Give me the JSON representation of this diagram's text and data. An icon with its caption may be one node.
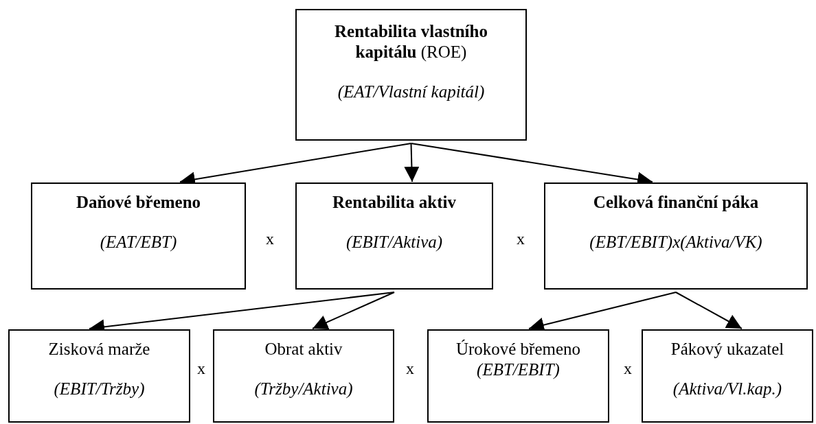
{
  "diagram": {
    "nodes": [
      {
        "text": [
          "**Rentabilita vlastního kapitálu** (ROE)",
          "(EAT/Vlastní kapitál)"
        ]
      },
      {
        "text": [
          "Daňové břemeno",
          "(EAT/EBT)"
        ]
      },
      {
        "text": [
          "Rentabilita aktiv",
          "(EBIT/Aktiva)"
        ]
      },
      {
        "text": [
          "Celková finanční páka",
          "(EBT/EBIT)x(Aktiva/VK)"
        ]
      },
      {
        "text": [
          "Zisková marže",
          "(EBIT/Tržby)"
        ]
      },
      {
        "text": [
          "Obrat aktiv",
          "(Tržby/Aktiva)"
        ]
      },
      {
        "text": [
          "Úrokové břemeno",
          "(EBT/EBIT)"
        ]
      },
      {
        "text": [
          "Pákový ukazatel",
          "(Aktiva/Vl.kap.)"
        ]
      }
    ],
    "edges": [
      {
        "from": 0,
        "to": 1,
        "arrow": "to"
      },
      {
        "from": 0,
        "to": 2,
        "arrow": "to"
      },
      {
        "from": 0,
        "to": 3,
        "arrow": "to"
      },
      {
        "from": 2,
        "to": 4,
        "arrow": "to"
      },
      {
        "from": 2,
        "to": 5,
        "arrow": "to"
      },
      {
        "from": 3,
        "to": 6,
        "arrow": "to"
      },
      {
        "from": 3,
        "to": 7,
        "arrow": "to"
      }
    ],
    "labels": [
      "x",
      "x",
      "x",
      "x",
      "x"
    ]
  }
}
